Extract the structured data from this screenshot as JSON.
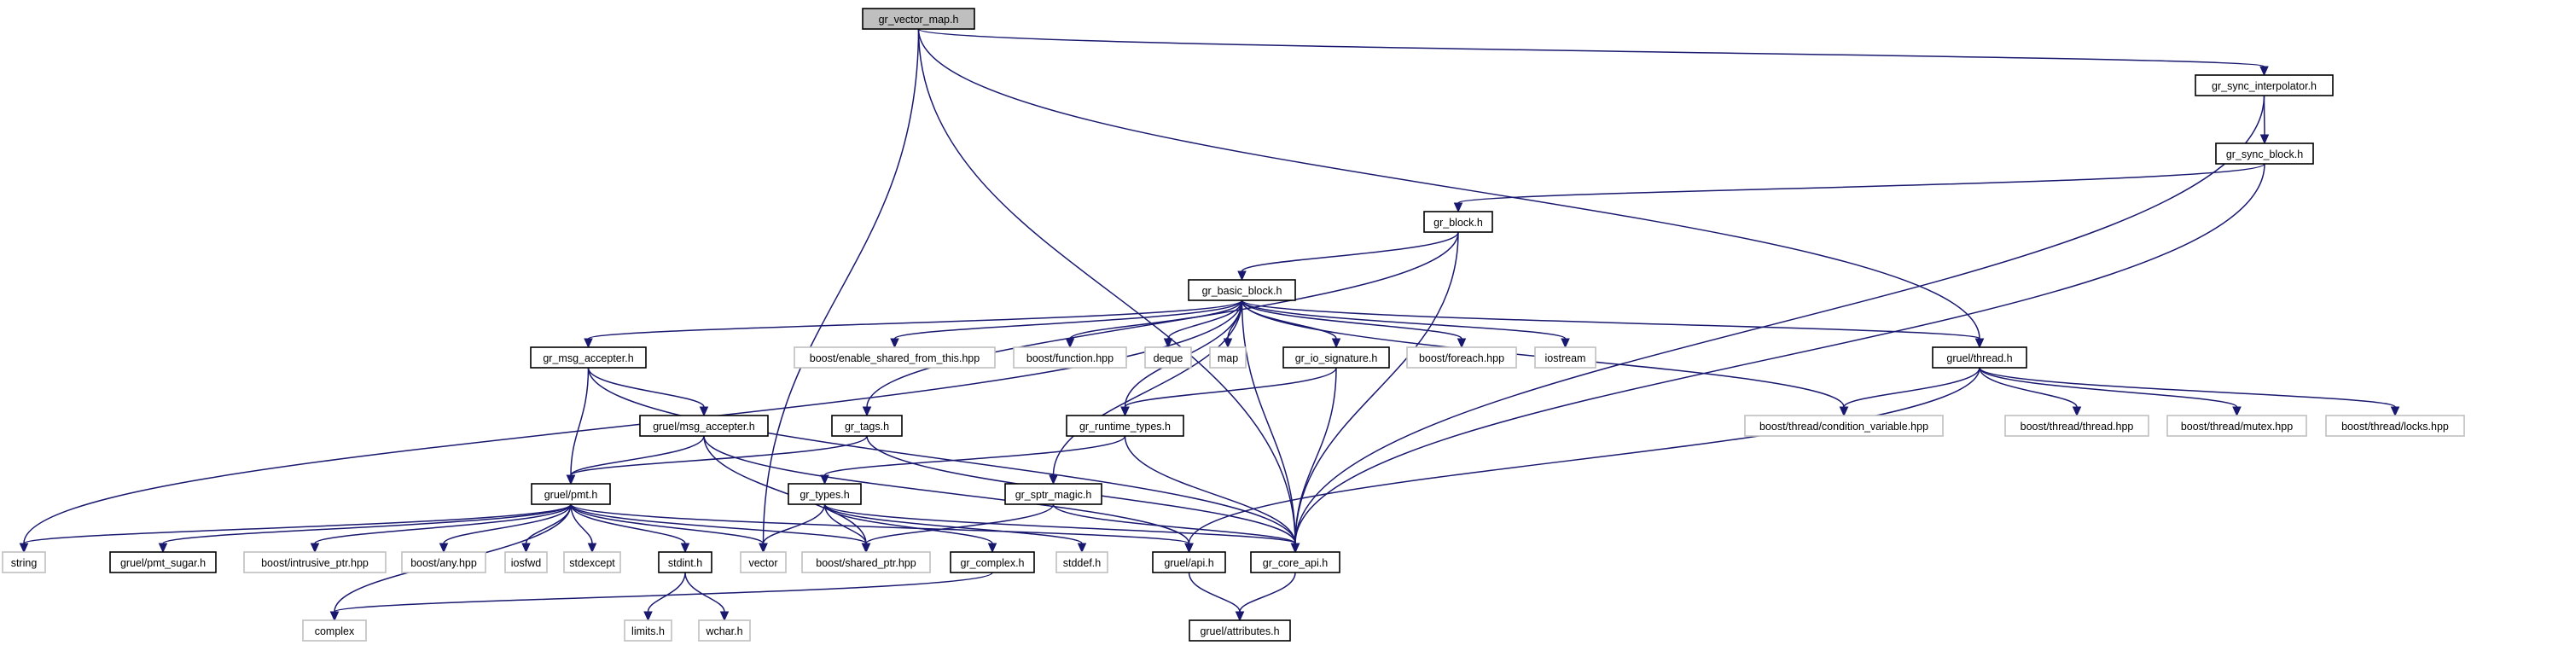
{
  "graph": {
    "colors": {
      "edge": "#191970",
      "solid_border": "#000000",
      "external_border": "#bfbfbf",
      "root_fill": "#bfbfbf",
      "fill": "#ffffff",
      "text": "#000000"
    },
    "nodes": [
      {
        "id": "vector_map",
        "label": "gr_vector_map.h",
        "kind": "root"
      },
      {
        "id": "sync_interp",
        "label": "gr_sync_interpolator.h",
        "kind": "solid"
      },
      {
        "id": "sync_block",
        "label": "gr_sync_block.h",
        "kind": "solid"
      },
      {
        "id": "block",
        "label": "gr_block.h",
        "kind": "solid"
      },
      {
        "id": "basic_block",
        "label": "gr_basic_block.h",
        "kind": "solid"
      },
      {
        "id": "msg_accepter",
        "label": "gr_msg_accepter.h",
        "kind": "solid"
      },
      {
        "id": "enable_shared",
        "label": "boost/enable_shared_from_this.hpp",
        "kind": "external"
      },
      {
        "id": "function",
        "label": "boost/function.hpp",
        "kind": "external"
      },
      {
        "id": "deque",
        "label": "deque",
        "kind": "external"
      },
      {
        "id": "map",
        "label": "map",
        "kind": "external"
      },
      {
        "id": "io_signature",
        "label": "gr_io_signature.h",
        "kind": "solid"
      },
      {
        "id": "foreach",
        "label": "boost/foreach.hpp",
        "kind": "external"
      },
      {
        "id": "iostream",
        "label": "iostream",
        "kind": "external"
      },
      {
        "id": "gruel_thread",
        "label": "gruel/thread.h",
        "kind": "solid"
      },
      {
        "id": "gruel_msg_accepter",
        "label": "gruel/msg_accepter.h",
        "kind": "solid"
      },
      {
        "id": "tags",
        "label": "gr_tags.h",
        "kind": "solid"
      },
      {
        "id": "runtime_types",
        "label": "gr_runtime_types.h",
        "kind": "solid"
      },
      {
        "id": "cond_var",
        "label": "boost/thread/condition_variable.hpp",
        "kind": "external"
      },
      {
        "id": "thread_hpp",
        "label": "boost/thread/thread.hpp",
        "kind": "external"
      },
      {
        "id": "mutex_hpp",
        "label": "boost/thread/mutex.hpp",
        "kind": "external"
      },
      {
        "id": "locks_hpp",
        "label": "boost/thread/locks.hpp",
        "kind": "external"
      },
      {
        "id": "pmt",
        "label": "gruel/pmt.h",
        "kind": "solid"
      },
      {
        "id": "types",
        "label": "gr_types.h",
        "kind": "solid"
      },
      {
        "id": "sptr_magic",
        "label": "gr_sptr_magic.h",
        "kind": "solid"
      },
      {
        "id": "string",
        "label": "string",
        "kind": "external"
      },
      {
        "id": "pmt_sugar",
        "label": "gruel/pmt_sugar.h",
        "kind": "solid"
      },
      {
        "id": "intrusive_ptr",
        "label": "boost/intrusive_ptr.hpp",
        "kind": "external"
      },
      {
        "id": "any",
        "label": "boost/any.hpp",
        "kind": "external"
      },
      {
        "id": "iosfwd",
        "label": "iosfwd",
        "kind": "external"
      },
      {
        "id": "stdexcept",
        "label": "stdexcept",
        "kind": "external"
      },
      {
        "id": "stdint",
        "label": "stdint.h",
        "kind": "solid"
      },
      {
        "id": "vector",
        "label": "vector",
        "kind": "external"
      },
      {
        "id": "shared_ptr",
        "label": "boost/shared_ptr.hpp",
        "kind": "external"
      },
      {
        "id": "complex_h",
        "label": "gr_complex.h",
        "kind": "solid"
      },
      {
        "id": "stddef",
        "label": "stddef.h",
        "kind": "external"
      },
      {
        "id": "gruel_api",
        "label": "gruel/api.h",
        "kind": "solid"
      },
      {
        "id": "core_api",
        "label": "gr_core_api.h",
        "kind": "solid"
      },
      {
        "id": "complex",
        "label": "complex",
        "kind": "external"
      },
      {
        "id": "limits",
        "label": "limits.h",
        "kind": "external"
      },
      {
        "id": "wchar",
        "label": "wchar.h",
        "kind": "external"
      },
      {
        "id": "attributes",
        "label": "gruel/attributes.h",
        "kind": "solid"
      }
    ],
    "edges": [
      [
        "vector_map",
        "sync_interp"
      ],
      [
        "vector_map",
        "vector"
      ],
      [
        "vector_map",
        "gruel_thread"
      ],
      [
        "vector_map",
        "core_api"
      ],
      [
        "sync_interp",
        "sync_block"
      ],
      [
        "sync_interp",
        "core_api"
      ],
      [
        "sync_block",
        "block"
      ],
      [
        "sync_block",
        "core_api"
      ],
      [
        "block",
        "basic_block"
      ],
      [
        "block",
        "tags"
      ],
      [
        "block",
        "core_api"
      ],
      [
        "basic_block",
        "msg_accepter"
      ],
      [
        "basic_block",
        "enable_shared"
      ],
      [
        "basic_block",
        "function"
      ],
      [
        "basic_block",
        "deque"
      ],
      [
        "basic_block",
        "map"
      ],
      [
        "basic_block",
        "io_signature"
      ],
      [
        "basic_block",
        "foreach"
      ],
      [
        "basic_block",
        "iostream"
      ],
      [
        "basic_block",
        "gruel_thread"
      ],
      [
        "basic_block",
        "cond_var"
      ],
      [
        "basic_block",
        "runtime_types"
      ],
      [
        "basic_block",
        "sptr_magic"
      ],
      [
        "basic_block",
        "string"
      ],
      [
        "basic_block",
        "core_api"
      ],
      [
        "msg_accepter",
        "gruel_msg_accepter"
      ],
      [
        "msg_accepter",
        "pmt"
      ],
      [
        "msg_accepter",
        "core_api"
      ],
      [
        "io_signature",
        "runtime_types"
      ],
      [
        "io_signature",
        "core_api"
      ],
      [
        "gruel_thread",
        "cond_var"
      ],
      [
        "gruel_thread",
        "thread_hpp"
      ],
      [
        "gruel_thread",
        "mutex_hpp"
      ],
      [
        "gruel_thread",
        "locks_hpp"
      ],
      [
        "gruel_thread",
        "gruel_api"
      ],
      [
        "gruel_msg_accepter",
        "pmt"
      ],
      [
        "gruel_msg_accepter",
        "gruel_api"
      ],
      [
        "gruel_msg_accepter",
        "shared_ptr"
      ],
      [
        "tags",
        "pmt"
      ],
      [
        "tags",
        "core_api"
      ],
      [
        "runtime_types",
        "types"
      ],
      [
        "runtime_types",
        "core_api"
      ],
      [
        "pmt",
        "string"
      ],
      [
        "pmt",
        "pmt_sugar"
      ],
      [
        "pmt",
        "intrusive_ptr"
      ],
      [
        "pmt",
        "any"
      ],
      [
        "pmt",
        "iosfwd"
      ],
      [
        "pmt",
        "stdexcept"
      ],
      [
        "pmt",
        "stdint"
      ],
      [
        "pmt",
        "vector"
      ],
      [
        "pmt",
        "shared_ptr"
      ],
      [
        "pmt",
        "complex"
      ],
      [
        "pmt",
        "gruel_api"
      ],
      [
        "types",
        "vector"
      ],
      [
        "types",
        "shared_ptr"
      ],
      [
        "types",
        "complex_h"
      ],
      [
        "types",
        "stddef"
      ],
      [
        "types",
        "core_api"
      ],
      [
        "sptr_magic",
        "shared_ptr"
      ],
      [
        "sptr_magic",
        "core_api"
      ],
      [
        "stdint",
        "limits"
      ],
      [
        "stdint",
        "wchar"
      ],
      [
        "complex_h",
        "complex"
      ],
      [
        "gruel_api",
        "attributes"
      ],
      [
        "core_api",
        "attributes"
      ]
    ]
  }
}
